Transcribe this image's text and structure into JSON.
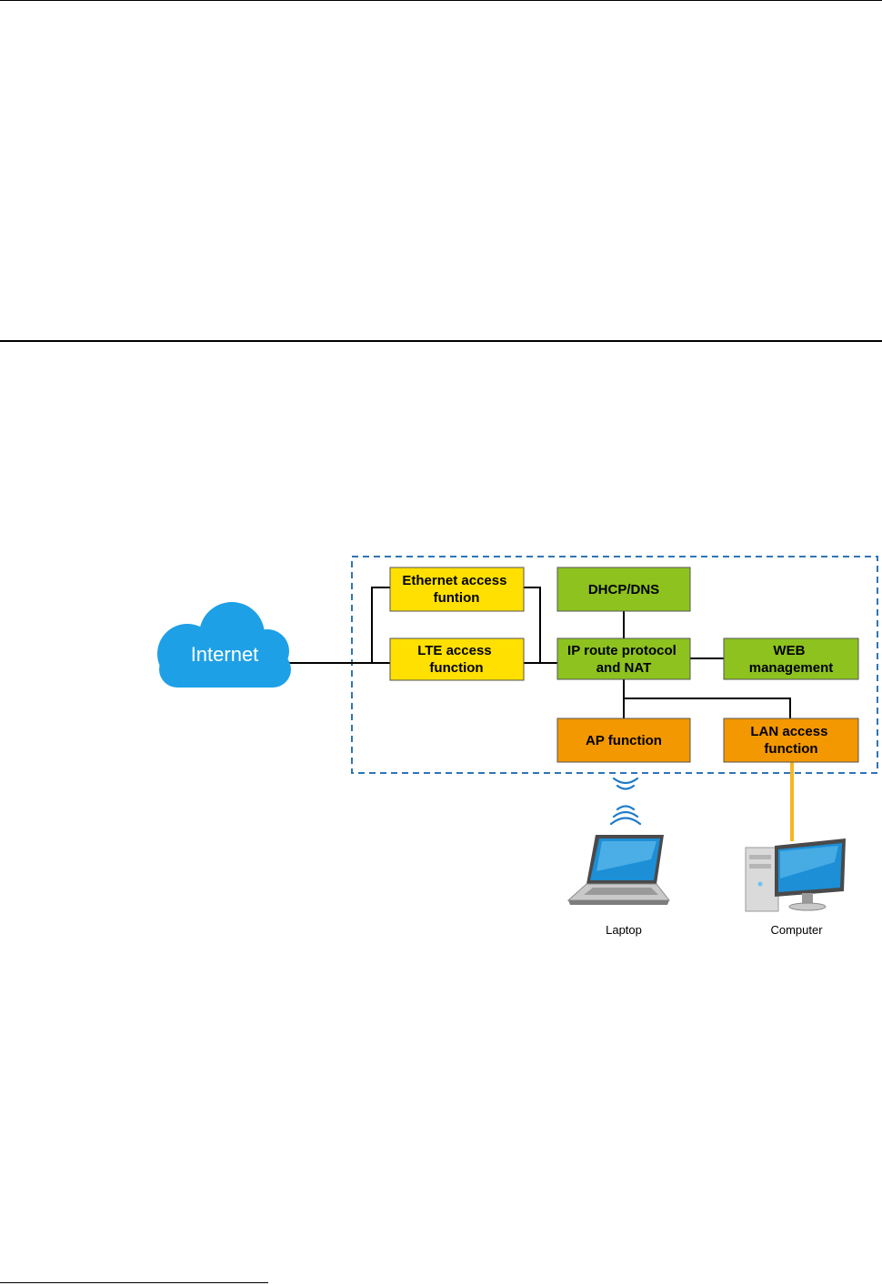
{
  "diagram": {
    "internet": "Internet",
    "boxes": {
      "ethernet_access": [
        "Ethernet access",
        "funtion"
      ],
      "lte_access": [
        "LTE access",
        "function"
      ],
      "dhcp_dns": [
        "DHCP/DNS"
      ],
      "ip_route": [
        "IP route protocol",
        "and NAT"
      ],
      "web_mgmt": [
        "WEB",
        "management"
      ],
      "ap_function": [
        "AP function"
      ],
      "lan_access": [
        "LAN access",
        "function"
      ]
    },
    "devices": {
      "laptop": "Laptop",
      "computer": "Computer"
    },
    "colors": {
      "yellow_box": "#FFE000",
      "green_box": "#8DC21F",
      "orange_box": "#F39800",
      "cloud": "#1EA0E6",
      "dashed_border": "#2F75B5",
      "wifi": "#1F7BC8",
      "cable": "#F7B623"
    }
  }
}
